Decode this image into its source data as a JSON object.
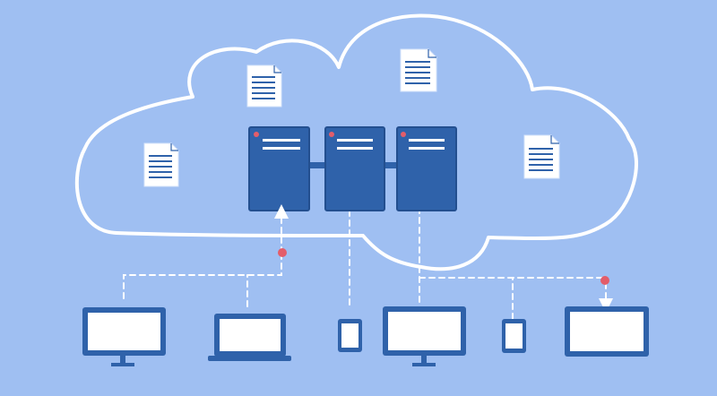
{
  "colors": {
    "background": "#9fbff2",
    "cloud_outline": "#ffffff",
    "server_fill": "#2f62aa",
    "server_edge": "#234f8f",
    "server_lines": "#ffffff",
    "connector": "#ffffff",
    "device_fill": "#2f62aa",
    "device_screen": "#ffffff",
    "document_fill": "#ffffff",
    "document_lines": "#2f62aa",
    "indicator_red": "#e35d6a"
  },
  "icons": {
    "cloud": "cloud-outline-icon",
    "server": "server-rack-icon",
    "document": "document-icon",
    "desktop": "desktop-monitor-icon",
    "laptop": "laptop-icon",
    "phone": "smartphone-icon",
    "indicator": "red-dot-icon",
    "arrow": "arrowhead-icon"
  },
  "diagram": {
    "servers": 3,
    "documents": 4,
    "devices": [
      "desktop",
      "laptop",
      "phone",
      "desktop",
      "phone",
      "desktop"
    ]
  }
}
